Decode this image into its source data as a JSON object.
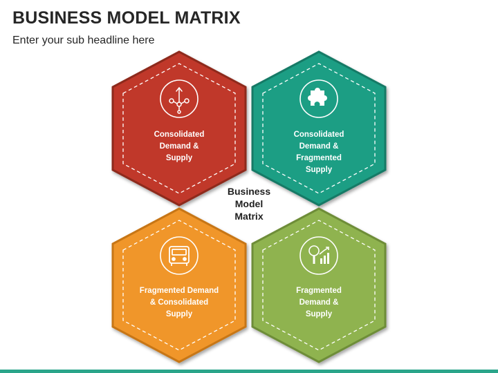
{
  "header": {
    "title": "BUSINESS MODEL MATRIX",
    "subtitle": "Enter your sub headline here"
  },
  "center": {
    "line1": "Business",
    "line2": "Model",
    "line3": "Matrix"
  },
  "hexagons": [
    {
      "position": "top-left",
      "color": "#c0392b",
      "icon": "distribution-arrows-icon",
      "line1": "Consolidated",
      "line2": "Demand &",
      "line3": "Supply",
      "line4": ""
    },
    {
      "position": "top-right",
      "color": "#1a9e84",
      "icon": "puzzle-piece-icon",
      "line1": "Consolidated",
      "line2": "Demand &",
      "line3": "Fragmented",
      "line4": "Supply"
    },
    {
      "position": "bottom-left",
      "color": "#f0962a",
      "icon": "truck-icon",
      "line1": "Fragmented Demand",
      "line2": "& Consolidated",
      "line3": "Supply",
      "line4": ""
    },
    {
      "position": "bottom-right",
      "color": "#8fb350",
      "icon": "search-growth-chart-icon",
      "line1": "Fragmented",
      "line2": "Demand &",
      "line3": "Supply",
      "line4": ""
    }
  ],
  "colors": {
    "accent_bar": "#2aa58a"
  }
}
